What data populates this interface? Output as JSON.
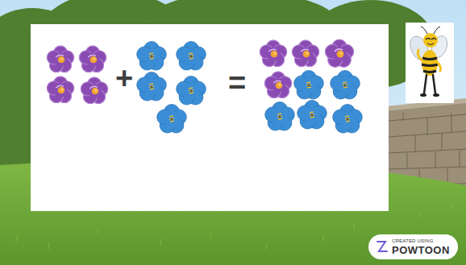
{
  "diagram": {
    "labels": [
      "+",
      "=",
      "CREATED USING",
      "POWTOON"
    ]
  }
}
